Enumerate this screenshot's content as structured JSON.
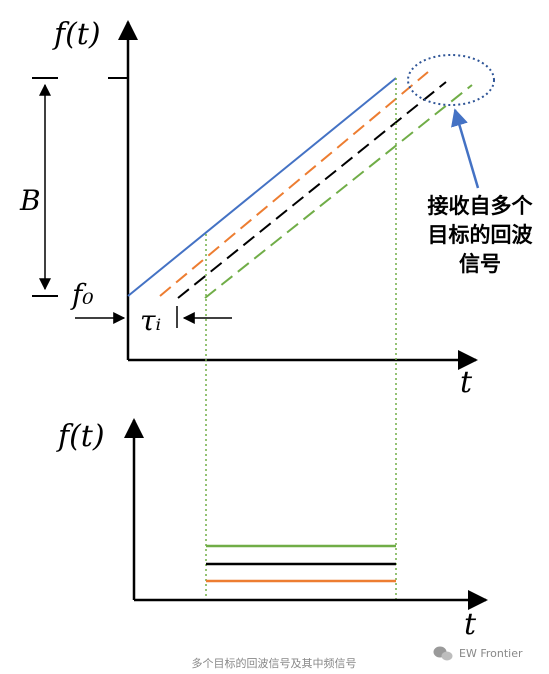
{
  "colors": {
    "transmit": "#4472C4",
    "echo_orange": "#ED7D31",
    "echo_black": "#000000",
    "echo_green": "#70AD47",
    "ellipse": "#2F5597",
    "guide_dotted": "#70AD47"
  },
  "top_plot": {
    "y_label": "f(t)",
    "x_label": "t",
    "bandwidth_label": "B",
    "f0_label": "f₀",
    "tau_label": "τᵢ",
    "annotation_lines": [
      "接收自多个",
      "目标的回波",
      "信号"
    ]
  },
  "bottom_plot": {
    "y_label": "f(t)",
    "x_label": "t"
  },
  "caption": "多个目标的回波信号及其中频信号",
  "watermark": "EW Frontier",
  "watermark_icon": "wechat-icon"
}
